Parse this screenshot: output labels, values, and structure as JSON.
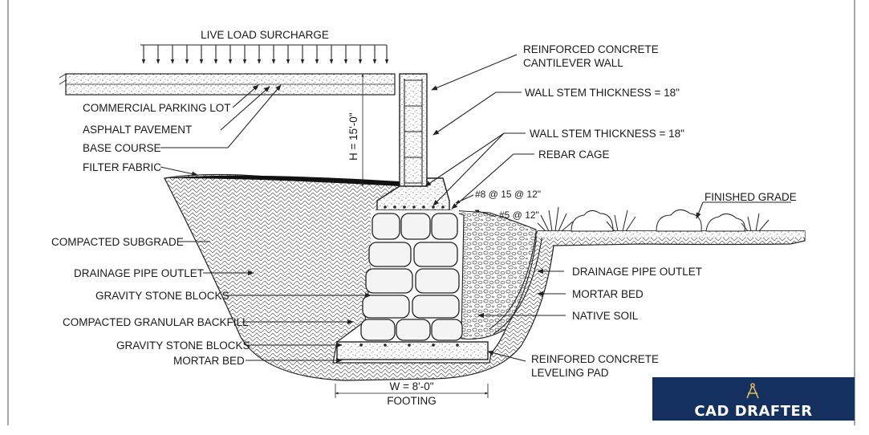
{
  "labels": {
    "live_load": "LIVE LOAD SURCHARGE",
    "reinforced_wall_1": "REINFORCED CONCRETE",
    "reinforced_wall_2": "CANTILEVER WALL",
    "wall_stem_1": "WALL STEM THICKNESS = 18\"",
    "wall_stem_2": "WALL STEM THICKNESS = 18\"",
    "rebar_cage": "REBAR CAGE",
    "rebar_8": "#8 @ 15 @ 12\"",
    "rebar_5": "#5 @ 12\"",
    "finished_grade": "FINISHED GRADE",
    "commercial_parking": "COMMERCIAL PARKING LOT",
    "asphalt": "ASPHALT PAVEMENT",
    "base_course": "BASE COURSE",
    "filter_fabric": "FILTER FABRIC",
    "compacted_subgrade": "COMPACTED SUBGRADE",
    "drainage_left": "DRAINAGE PIPE OUTLET",
    "gravity_blocks_1": "GRAVITY STONE BLOCKS",
    "compacted_granular": "COMPACTED GRANULAR BACKFILL",
    "gravity_blocks_2": "GRAVITY STONE BLOCKS",
    "mortar_left": "MORTAR BED",
    "drainage_right": "DRAINAGE PIPE OUTLET",
    "mortar_right": "MORTAR BED",
    "native_soil": "NATIVE SOIL",
    "leveling_pad_1": "REINFORED CONCRETE",
    "leveling_pad_2": "LEVELING PAD",
    "height": "H = 15'-0\"",
    "width": "W = 8'-0\"",
    "footing": "FOOTING"
  },
  "logo": {
    "text": "CAD DRAFTER",
    "background": "#14305e",
    "text_color": "#ffffff"
  },
  "colors": {
    "line": "#222222",
    "background": "#ffffff"
  }
}
